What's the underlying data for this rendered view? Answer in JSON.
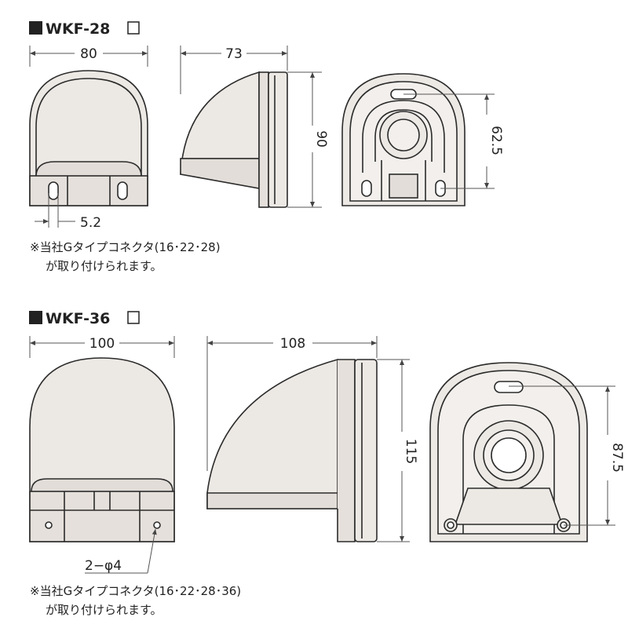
{
  "colors": {
    "body": "#ece8e4",
    "body_dark": "#d7d2cd",
    "line": "#2b2b2b",
    "dim_line": "#555555"
  },
  "top": {
    "title": "WKF-28",
    "dim_width": "80",
    "dim_depth": "73",
    "dim_height": "90",
    "dim_slot": "5.2",
    "dim_pitch": "62.5",
    "note_line1": "※当社Gタイプコネクタ(16･22･28)",
    "note_line2": "が取り付けられます。"
  },
  "bottom": {
    "title": "WKF-36",
    "dim_width": "100",
    "dim_depth": "108",
    "dim_height": "115",
    "dim_holes": "2−φ4",
    "dim_pitch": "87.5",
    "note_line1": "※当社Gタイプコネクタ(16･22･28･36)",
    "note_line2": "が取り付けられます。"
  }
}
